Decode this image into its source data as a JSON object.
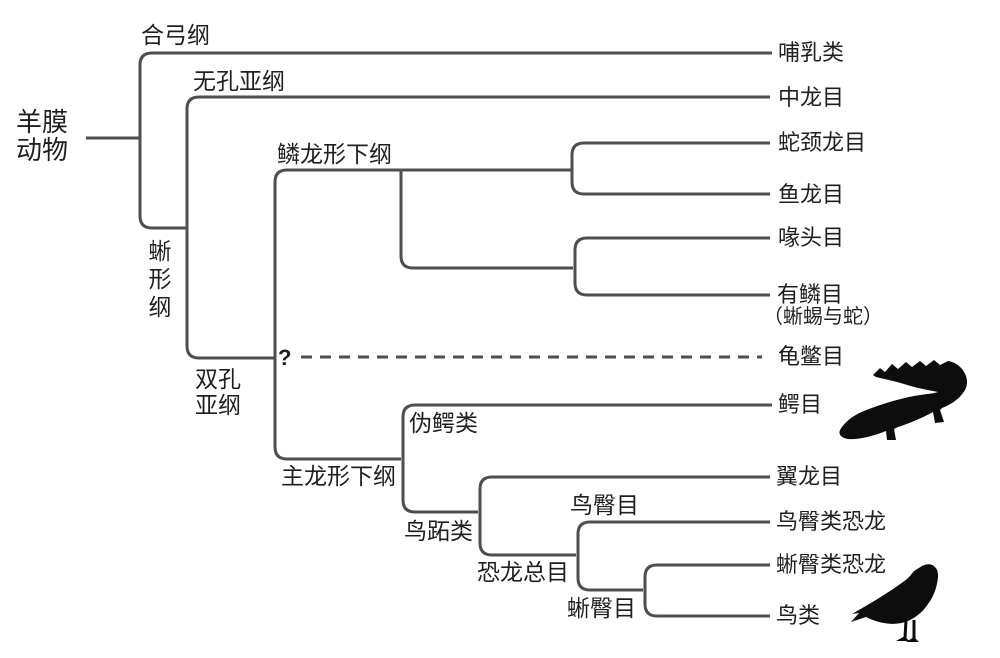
{
  "diagram": {
    "root_label": "羊膜动物",
    "uncertainty_marker": "?",
    "labels": {
      "clades": {
        "synapsida": "合弓纲",
        "anapsida": "无孔亚纲",
        "sauropsida": "蜥形纲",
        "diapsida": "双孔亚纲",
        "lepidosauromorpha": "鳞龙形下纲",
        "archosauromorpha": "主龙形下纲",
        "pseudosuchia": "伪鳄类",
        "avemetatarsalia": "鸟跖类",
        "dinosauria": "恐龙总目",
        "ornithischia": "鸟臀目",
        "saurischia": "蜥臀目"
      },
      "leaves": {
        "mammals": "哺乳类",
        "mesosauria": "中龙目",
        "plesiosauria": "蛇颈龙目",
        "ichthyosauria": "鱼龙目",
        "rhynchocephalia": "喙头目",
        "squamata": "有鳞目",
        "squamata_note": "（蜥蜴与蛇）",
        "testudines": "龟鳖目",
        "crocodilia": "鳄目",
        "pterosauria": "翼龙目",
        "ornithischian_dinosaurs": "鸟臀类恐龙",
        "saurischian_dinosaurs": "蜥臀类恐龙",
        "birds": "鸟类"
      }
    },
    "phylogeny": {
      "root": "羊膜动物",
      "children": [
        {
          "branch": "合弓纲",
          "leaf": "哺乳类"
        },
        {
          "branch": "蜥形纲",
          "children": [
            {
              "branch": "无孔亚纲",
              "leaf": "中龙目"
            },
            {
              "branch": "双孔亚纲",
              "children": [
                {
                  "branch": "鳞龙形下纲",
                  "children": [
                    {
                      "leaves": [
                        "蛇颈龙目",
                        "鱼龙目"
                      ]
                    },
                    {
                      "leaves": [
                        "喙头目",
                        "有鳞目（蜥蜴与蛇）"
                      ]
                    }
                  ]
                },
                {
                  "branch": "?",
                  "leaf": "龟鳖目",
                  "uncertain": true
                },
                {
                  "branch": "主龙形下纲",
                  "children": [
                    {
                      "branch": "伪鳄类",
                      "leaf": "鳄目"
                    },
                    {
                      "branch": "鸟跖类",
                      "children": [
                        {
                          "leaf": "翼龙目"
                        },
                        {
                          "branch": "恐龙总目",
                          "children": [
                            {
                              "branch": "鸟臀目",
                              "leaf": "鸟臀类恐龙"
                            },
                            {
                              "branch": "蜥臀目",
                              "leaves": [
                                "蜥臀类恐龙",
                                "鸟类"
                              ]
                            }
                          ]
                        }
                      ]
                    }
                  ]
                }
              ]
            }
          ]
        }
      ]
    },
    "icons": {
      "crocodile": "crocodile-silhouette",
      "bird": "bird-silhouette"
    },
    "colors": {
      "line": "#4d4e50",
      "text": "#1f1f1f",
      "silhouette": "#0d0d0d",
      "background": "#ffffff"
    }
  }
}
